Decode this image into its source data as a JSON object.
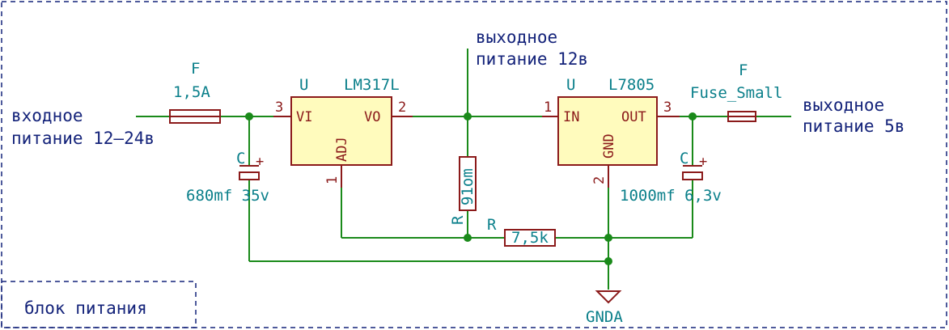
{
  "input_label": {
    "line1": "входное",
    "line2": "питание 12–24в"
  },
  "output12_label": {
    "line1": "выходное",
    "line2": "питание 12в"
  },
  "output5_label": {
    "line1": "выходное",
    "line2": "питание 5в"
  },
  "fuse1": {
    "ref": "F",
    "value": "1,5A"
  },
  "fuse2": {
    "ref": "F",
    "value": "Fuse_Small"
  },
  "reg1": {
    "ref": "U",
    "value": "LM317L",
    "pin_vi": "VI",
    "pin_vo": "VO",
    "pin_adj": "ADJ",
    "pin_num_in": "3",
    "pin_num_out": "2",
    "pin_num_adj": "1"
  },
  "reg2": {
    "ref": "U",
    "value": "L7805",
    "pin_in": "IN",
    "pin_out": "OUT",
    "pin_gnd": "GND",
    "pin_num_in": "1",
    "pin_num_out": "3",
    "pin_num_gnd": "2"
  },
  "cap1": {
    "ref": "C",
    "value": "680mf 35v",
    "polarity": "+"
  },
  "cap2": {
    "ref": "C",
    "value": "1000mf 6,3v",
    "polarity": "+"
  },
  "r1": {
    "ref": "R",
    "value": "91om"
  },
  "r2": {
    "ref": "R",
    "value": "7,5k"
  },
  "ground": {
    "label": "GNDA"
  },
  "block_title": "блок питания"
}
